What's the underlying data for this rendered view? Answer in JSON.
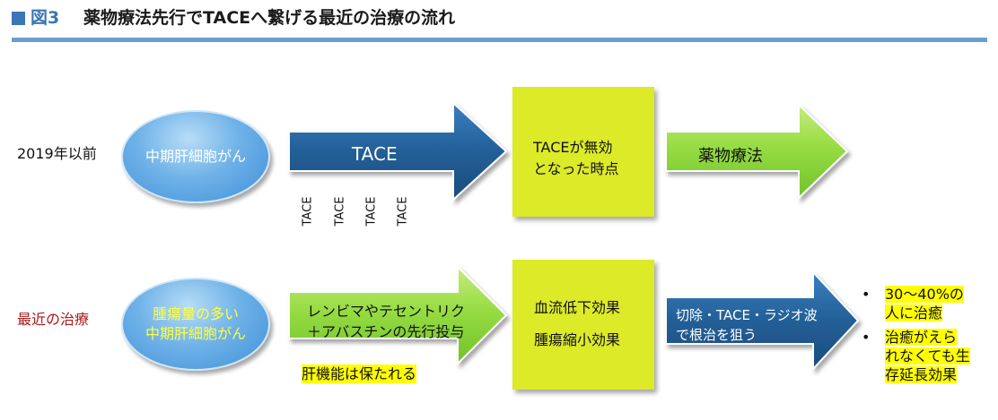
{
  "header": {
    "label": "図3",
    "title": "薬物療法先行でTACEへ繋げる最近の治療の流れ"
  },
  "row1": {
    "label": "2019年以前",
    "ellipse": "中期肝細胞がん",
    "arrow_main": "TACE",
    "vertical_labels": [
      "TACE",
      "TACE",
      "TACE",
      "TACE"
    ],
    "box_lines": [
      "TACEが無効",
      "となった時点"
    ],
    "arrow_end": "薬物療法"
  },
  "row2": {
    "label": "最近の治療",
    "ellipse_lines": [
      "腫瘍量の多い",
      "中期肝細胞がん"
    ],
    "arrow_main_lines": [
      "レンビマやテセントリク",
      "＋アバスチンの先行投与"
    ],
    "note": "肝機能は保たれる",
    "box_lines": [
      "血流低下効果",
      "腫瘍縮小効果"
    ],
    "arrow_end_lines": [
      "切除・TACE・ラジオ波",
      "で根治を狙う"
    ],
    "bullets": [
      {
        "lines": [
          "30〜40%の",
          "人に治癒"
        ]
      },
      {
        "lines": [
          "治癒がえら",
          "れなくても生",
          "存延長効果"
        ]
      }
    ]
  },
  "colors": {
    "accent_blue": "#3b76b5",
    "arrow_navy": "#235f97",
    "arrow_green": "#88d43b",
    "box_yellow": "#dcea28",
    "ellipse_blue": "#5da6e4",
    "row2_label_red": "#a81b1b",
    "highlight_yellow": "#ffff00"
  }
}
